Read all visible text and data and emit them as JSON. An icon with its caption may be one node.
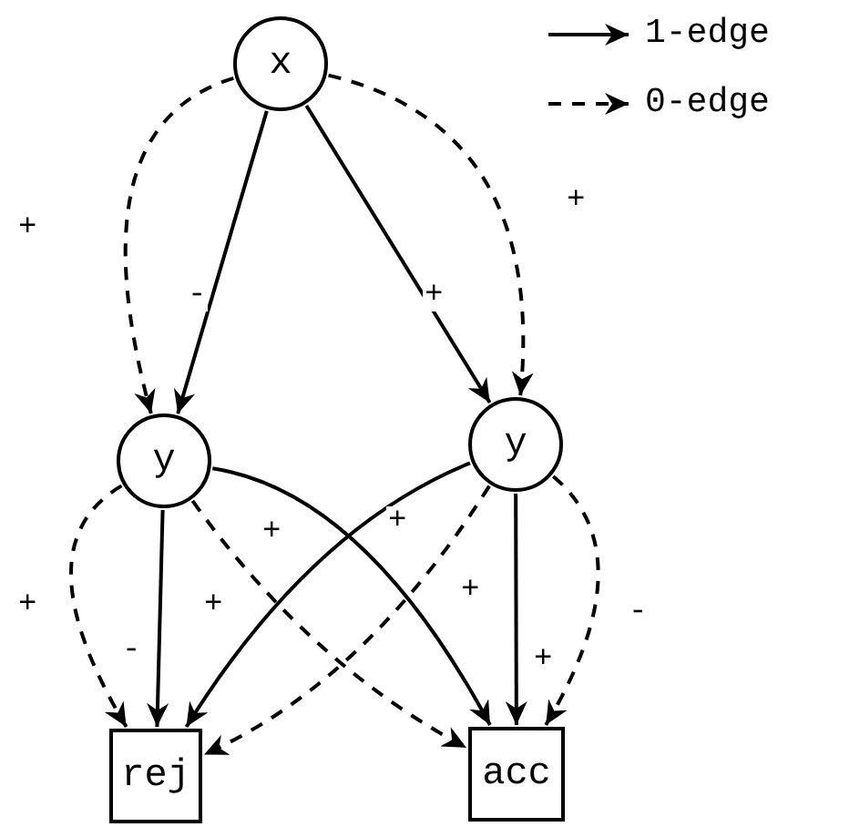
{
  "diagram": {
    "nodes": [
      {
        "text": [
          "x"
        ]
      },
      {
        "text": [
          "y"
        ]
      },
      {
        "text": [
          "y"
        ]
      },
      {
        "text": [
          "rej"
        ]
      },
      {
        "text": [
          "acc"
        ]
      }
    ],
    "edges": [
      {
        "from": 0,
        "to": 1,
        "arrow": "to",
        "label": "-"
      },
      {
        "from": 0,
        "to": 1,
        "arrow": "to",
        "label": "+",
        "style": "dashed"
      },
      {
        "from": 0,
        "to": 2,
        "arrow": "to",
        "label": "+"
      },
      {
        "from": 0,
        "to": 2,
        "arrow": "to",
        "label": "+",
        "style": "dashed"
      },
      {
        "from": 1,
        "to": 3,
        "arrow": "to",
        "label": "-"
      },
      {
        "from": 1,
        "to": 3,
        "arrow": "to",
        "label": "+",
        "style": "dashed"
      },
      {
        "from": 1,
        "to": 4,
        "arrow": "to",
        "label": "+"
      },
      {
        "from": 1,
        "to": 4,
        "arrow": "to",
        "label": "+",
        "style": "dashed"
      },
      {
        "from": 2,
        "to": 3,
        "arrow": "to",
        "label": "+"
      },
      {
        "from": 2,
        "to": 3,
        "arrow": "to",
        "label": "+",
        "style": "dashed"
      },
      {
        "from": 2,
        "to": 4,
        "arrow": "to",
        "label": "+"
      },
      {
        "from": 2,
        "to": 4,
        "arrow": "to",
        "label": "-",
        "style": "dashed"
      }
    ],
    "legend": [
      {
        "text": "1-edge"
      },
      {
        "text": "0-edge"
      }
    ]
  }
}
